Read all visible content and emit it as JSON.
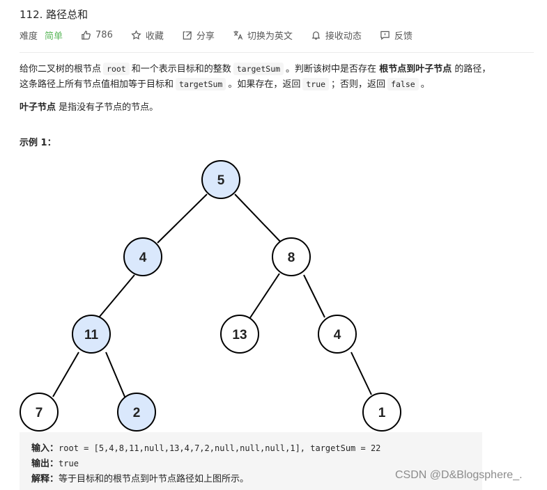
{
  "problem": {
    "title": "112. 路径总和"
  },
  "meta": {
    "difficulty_label": "难度",
    "difficulty_value": "简单",
    "likes": "786",
    "favorite": "收藏",
    "share": "分享",
    "switch_lang": "切换为英文",
    "notifications": "接收动态",
    "feedback": "反馈"
  },
  "description": {
    "p1_a": "给你二叉树的根节点",
    "code_root": "root",
    "p1_b": "和一个表示目标和的整数",
    "code_target": "targetSum",
    "p1_c": "。判断该树中是否存在",
    "p1_bold": "根节点到叶子节点",
    "p1_d": "的路径，",
    "p2_a": "这条路径上所有节点值相加等于目标和",
    "code_target2": "targetSum",
    "p2_b": "。如果存在，返回",
    "code_true": "true",
    "p2_c": "；否则，返回",
    "code_false": "false",
    "p2_d": "。",
    "leaf_bold": "叶子节点",
    "leaf_rest": "是指没有子节点的节点。"
  },
  "example": {
    "heading": "示例 1：",
    "tree_nodes": [
      {
        "id": "n5",
        "value": "5",
        "highlight": true
      },
      {
        "id": "n4a",
        "value": "4",
        "highlight": true
      },
      {
        "id": "n8",
        "value": "8",
        "highlight": false
      },
      {
        "id": "n11",
        "value": "11",
        "highlight": true
      },
      {
        "id": "n13",
        "value": "13",
        "highlight": false
      },
      {
        "id": "n4b",
        "value": "4",
        "highlight": false
      },
      {
        "id": "n7",
        "value": "7",
        "highlight": false
      },
      {
        "id": "n2",
        "value": "2",
        "highlight": true
      },
      {
        "id": "n1",
        "value": "1",
        "highlight": false
      }
    ],
    "colors": {
      "highlight_fill": "#dae8fc",
      "normal_fill": "#ffffff",
      "stroke": "#000000"
    },
    "input_label": "输入：",
    "input_value": "root = [5,4,8,11,null,13,4,7,2,null,null,null,1], targetSum = 22",
    "output_label": "输出：",
    "output_value": "true",
    "explain_label": "解释：",
    "explain_value": "等于目标和的根节点到叶节点路径如上图所示。"
  },
  "watermark": "CSDN @D&Blogsphere_."
}
